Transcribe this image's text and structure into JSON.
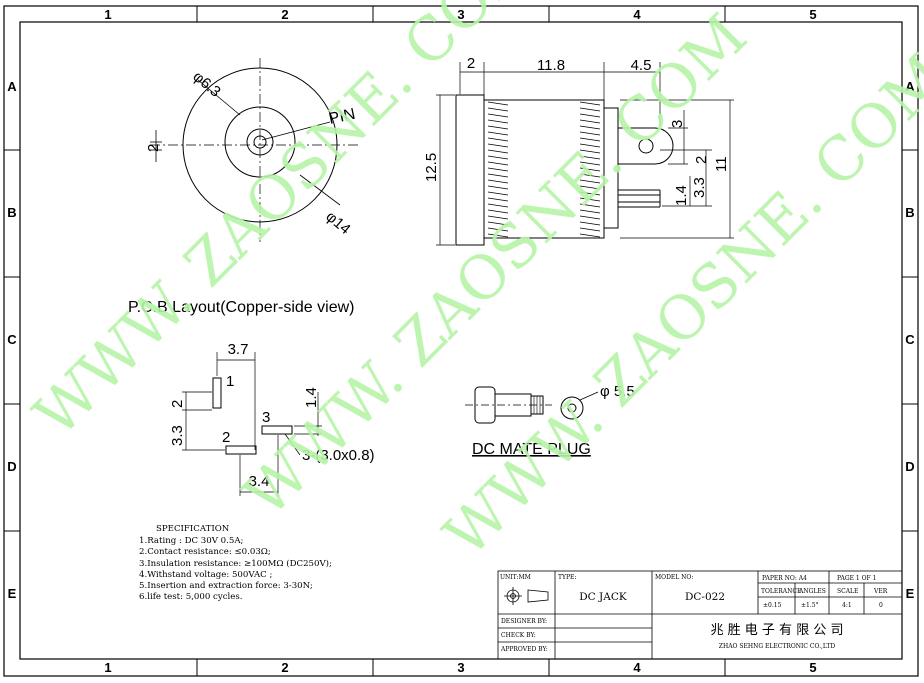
{
  "border": {
    "columns": [
      "1",
      "2",
      "3",
      "4",
      "5"
    ],
    "rows": [
      "A",
      "B",
      "C",
      "D",
      "E"
    ]
  },
  "watermark": {
    "text": "WWW. ZAOSNE. COM"
  },
  "front_view": {
    "outer_dia": "φ14",
    "mid_dia": "φ6.3",
    "offset": "2",
    "pin_label": "PIN"
  },
  "side_view": {
    "dims": [
      "2",
      "11.8",
      "4.5",
      "3",
      "2",
      "3.3",
      "1.4",
      "11",
      "12.5"
    ]
  },
  "pcb": {
    "title": "P.C.B Layout(Copper-side view)",
    "dims": [
      "3.7",
      "2",
      "3.3",
      "1.4",
      "3.4"
    ],
    "pins": [
      "1",
      "2",
      "3"
    ],
    "hole_note": "3-(3.0x0.8)"
  },
  "plug": {
    "dia": "φ 5.5",
    "title": "DC MATE PLUG"
  },
  "specification": {
    "title": "SPECIFICATION",
    "lines": [
      "1.Rating : DC 30V 0.5A;",
      "2.Contact resistance: ≤0.03Ω;",
      "3.Insulation resistance: ≥100MΩ (DC250V);",
      "4.Withstand voltage: 500VAC ;",
      "5.Insertion and extraction force: 3-30N;",
      "6.life test: 5,000 cycles."
    ]
  },
  "title_block": {
    "unit_label": "UNIT:MM",
    "type_label": "TYPE:",
    "type_value": "DC  JACK",
    "model_label": "MODEL NO:",
    "model_value": "DC-022",
    "paper_label": "PAPER NO: A4",
    "page_label": "PAGE 1 OF 1",
    "tolerance_label": "TOLERANCE",
    "angles_label": "ANGLES",
    "scale_label": "SCALE",
    "ver_label": "VER",
    "tolerance_value": "±0.15",
    "angles_value": "±1.5°",
    "scale_value": "4:1",
    "ver_value": "0",
    "designer_label": "DESIGNER BY:",
    "check_label": "CHECK   BY:",
    "approved_label": "APPROVED BY:",
    "company_cn": "兆 胜 电 子 有 限 公 司",
    "company_en": "ZHAO SEHNG ELECTRONIC CO.,LTD"
  }
}
